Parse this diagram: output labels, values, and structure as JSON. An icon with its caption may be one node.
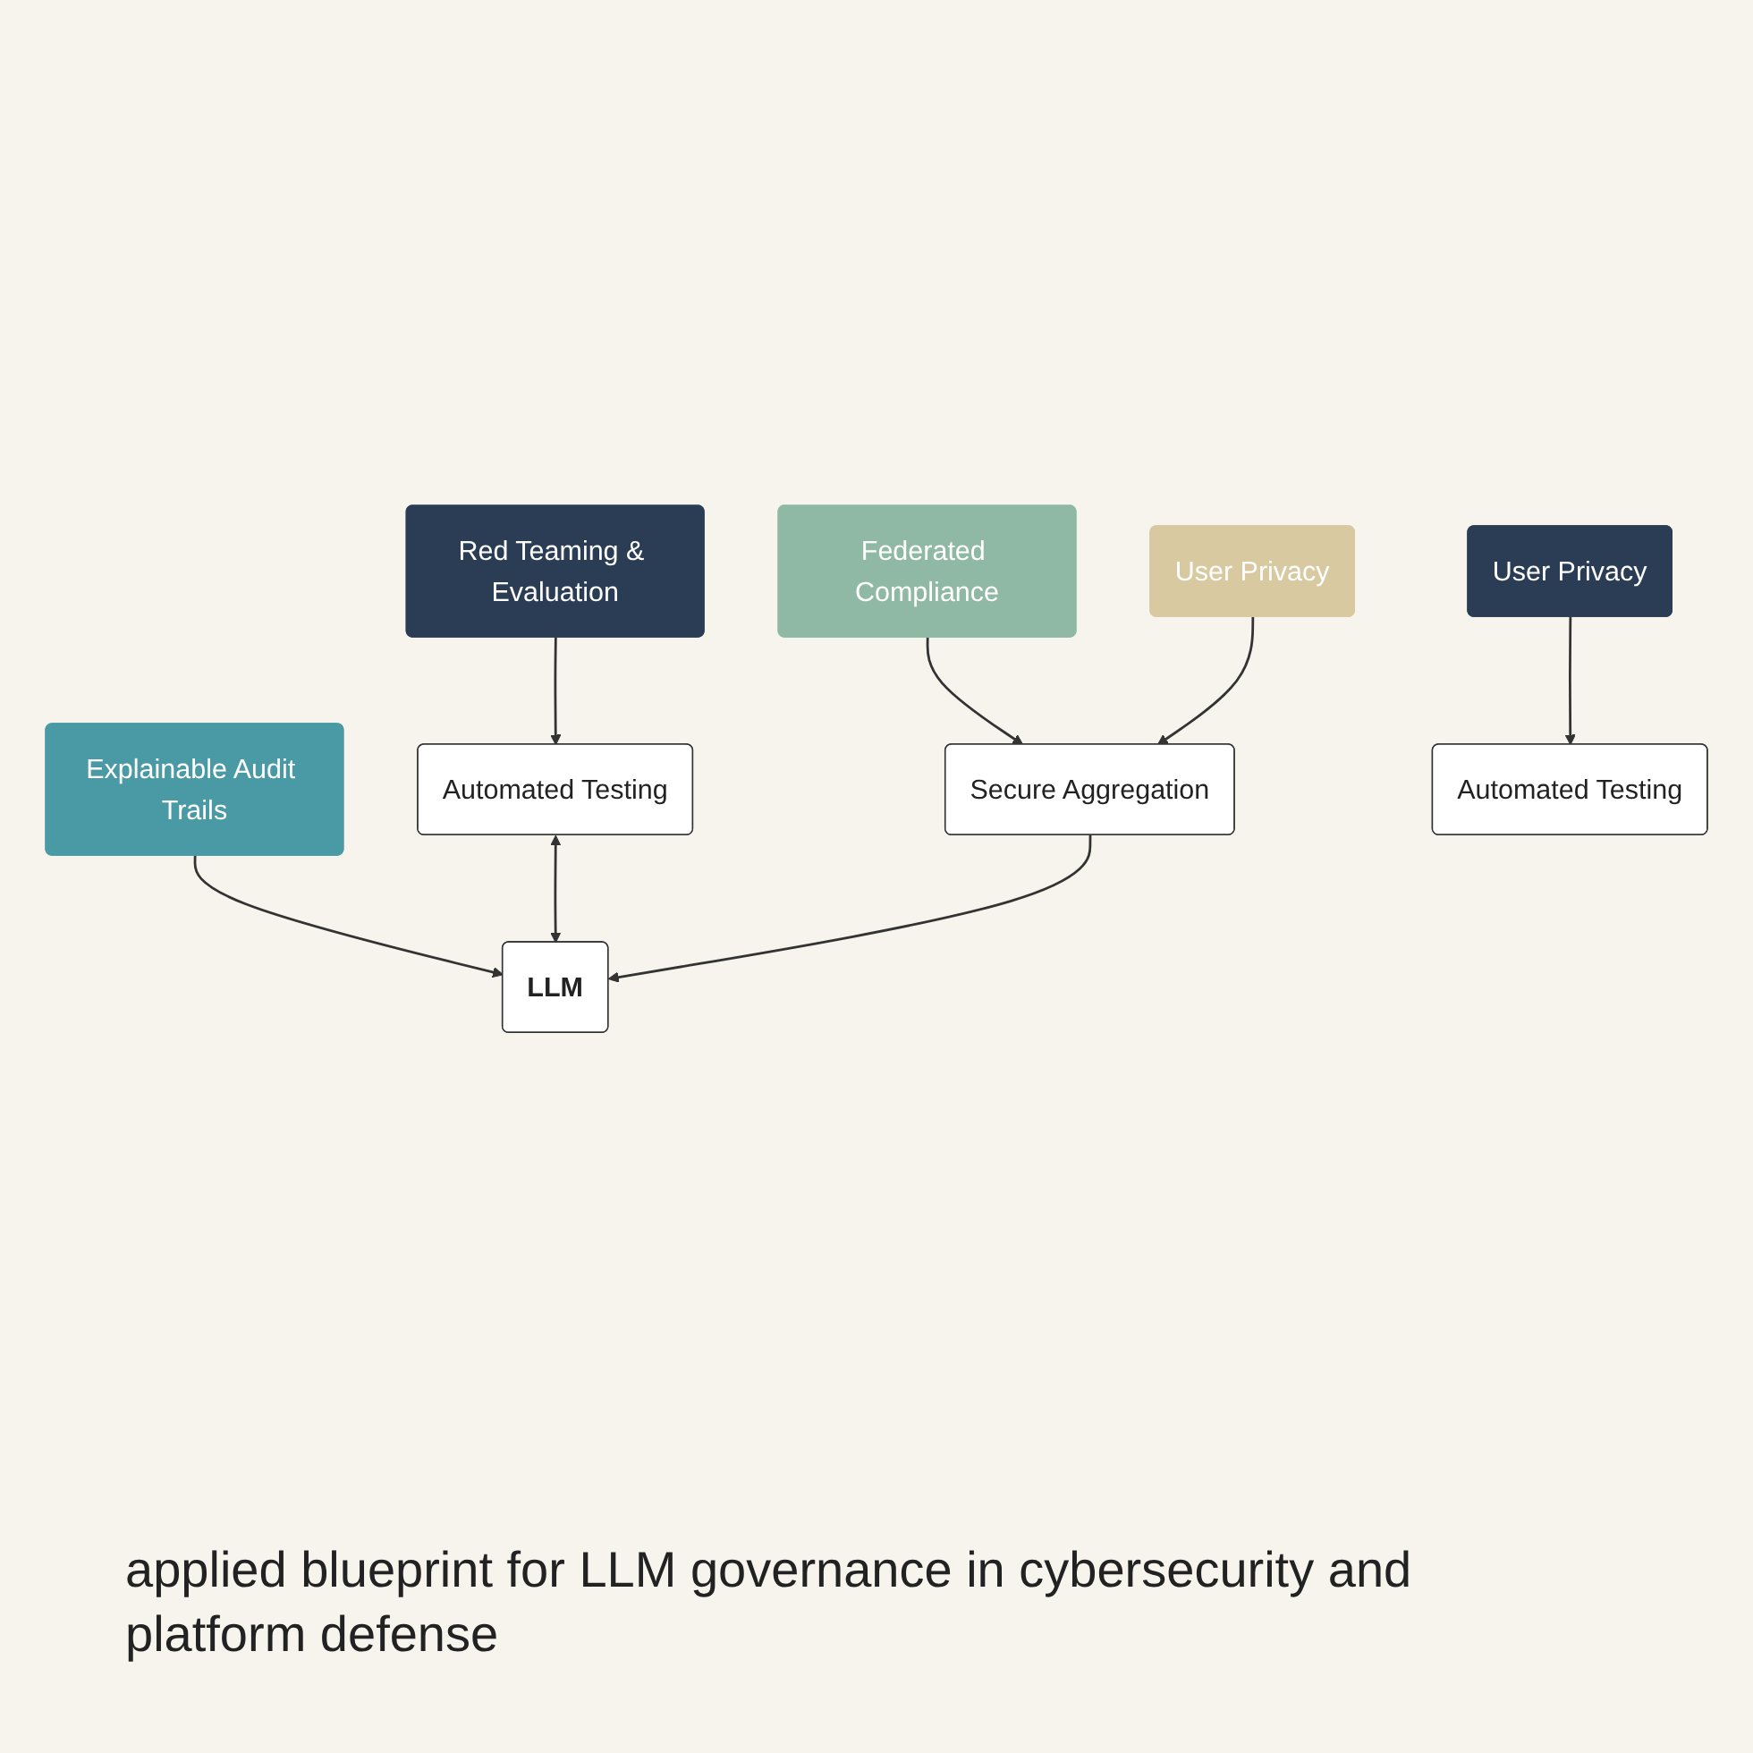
{
  "diagram": {
    "caption": "applied blueprint for LLM governance in cybersecurity and platform defense",
    "nodes": [
      {
        "text": [
          "Red Teaming & Evaluation"
        ]
      },
      {
        "text": [
          "Explainable Audit Trails"
        ]
      },
      {
        "text": [
          "Federated Compliance"
        ]
      },
      {
        "text": [
          "Automated Testing"
        ]
      },
      {
        "text": [
          "LLM"
        ]
      },
      {
        "text": [
          "Secure Aggregation"
        ]
      },
      {
        "text": [
          "Automated Testing"
        ]
      },
      {
        "text": [
          "User Privacy"
        ]
      },
      {
        "text": [
          "User Privacy"
        ]
      }
    ],
    "edges": [
      {
        "from": 0,
        "to": 3,
        "arrow": "to"
      },
      {
        "from": 1,
        "to": 4,
        "arrow": "to"
      },
      {
        "from": 2,
        "to": 5,
        "arrow": "to"
      },
      {
        "from": 3,
        "to": 4,
        "arrow": "both"
      },
      {
        "from": 5,
        "to": 4,
        "arrow": "to"
      },
      {
        "from": 7,
        "to": 6,
        "arrow": "to"
      },
      {
        "from": 8,
        "to": 5,
        "arrow": "to"
      }
    ]
  }
}
